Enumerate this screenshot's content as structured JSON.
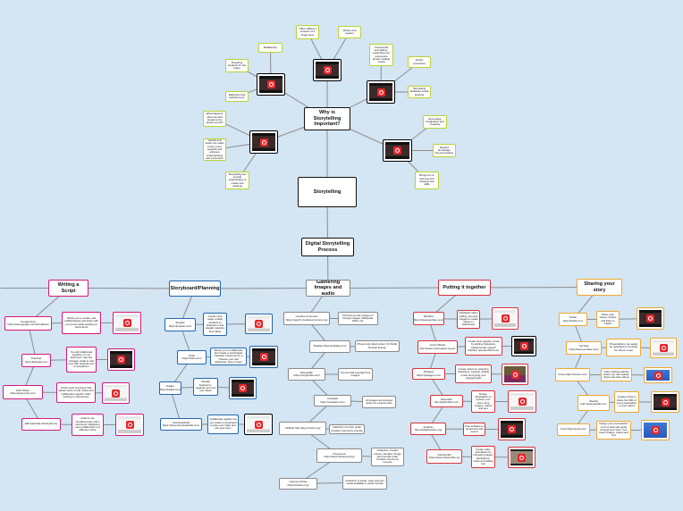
{
  "colors": {
    "background": "#d4e5f3",
    "top_notes": "#b9d332",
    "writing": "#d6197a",
    "storyboard": "#2266b0",
    "gathering": "#8a8a8a",
    "putting": "#d8333c",
    "sharing": "#f0a830",
    "play_button": "#e8262b"
  },
  "icons": {
    "video": "play-icon"
  },
  "nodes": {
    "why": "Why is Storytelling Important?",
    "story": "Storytelling",
    "dsp": "Digital Storytelling Process",
    "g_offers": "Offers different versions of a single story",
    "g_written": "Written and spoken",
    "g_multi": "Multiliteracy",
    "g_prep": "Preparing students for the future",
    "g_reflect": "Reflection and self-discovery",
    "g_trans": "Transmedia storytelling - expanding one experience across multiple media",
    "g_art": "Artistic expression",
    "g_social": "Storytelling facilitates social learning",
    "g_what": "What happens when we add visuals to the stories we tell?",
    "g_visual": "Visuals and audio can make a story more powerful and enhance understanding and connection",
    "g_meaning": "Storytelling can provide opportunities to create new meaning",
    "g_imag": "Encourage imagination and creativity",
    "g_expand": "Expand knowledge beyond reading",
    "g_fun": "Brings fun to learning and develop new skills",
    "write": "Writing a Script",
    "sb": "Storyboard/Planning",
    "gath": "Gathering Images and audio",
    "put": "Putting it together",
    "share": "Sharing your story",
    "gdocs": "Google Docs https://www.google.com/docs/about/",
    "gdocs_d": "Allows you to create, edit collaboratively and share with your peers while working on documents",
    "titan": "TitanPad https://titanpad.com",
    "titan_d": "You will collaborate together on one document. See live changes made in real time with students and a comparison",
    "zoho": "Zoho Writer https://www.zoho.com",
    "zoho_d": "Online word processor that allows users to edit, share and collaborate together while working on documents",
    "ether": "Etherpad http://etherpad.org",
    "ether_d": "Authors can simultaneously edit a document, displaying each collaborator in a different colour",
    "popplet": "Popplet https://popplet.com/",
    "popplet_d": "Create mind maps, enable students to brainstorm and visually organize their ideas",
    "trello": "Trello https://trello.com/",
    "trello_d": "Allows you to collaborate and create a card-based checklist. Great tool for a \"Choose your own adventure\" type of story",
    "padlet": "Padlet https://padlet.com/",
    "padlet_d": "Visually brainstorm, organize and sort your ideas",
    "sbt": "Storyboardthat https://www.storyboardthat.com/",
    "sbt_d": "Collaborate together as you create a storyboard to plan your video and plot your story",
    "cc": "Creative Commons https://search.creativecommons.org/",
    "cc_d": "Find free-to-use images on Google Images, Wikipedia, Flickr, etc.",
    "pix": "Pixabay https://pixabay.com/",
    "pix_d": "Photos and clipart under CC Public Domain license",
    "morgue": "Morguefile https://morguefile.com/",
    "morgue_d": "Commercial copyright free images",
    "unsplash": "Unsplash https://unsplash.com/",
    "unsplash_d": "All images are licensed under CC License Zero",
    "ccm": "ccMixter http://dig.ccmixter.org/",
    "ccm_d": "Collection of music under Creative Commons License",
    "free": "Freesound https://www.freesound.org/",
    "free_d": "Collection of audio pieces, samples, things and sounds under Creative Commons License",
    "ia": "Internet Archive https://archive.org/",
    "ia_d": "Collection of audio, video and text media available in public domain",
    "wev": "WeVideo https://www.wevideo.com/",
    "wev_d": "Facilitates video editing, text and images to create videos in slideshows",
    "comic": "Comic Master http://www.comicmaster.org.uk/",
    "comic_d": "Create short graphic novels by adding characters, backgrounds, speech bubbles, special effects etc.",
    "plot": "Plotagon https://plotagon.com/",
    "plot_d": "Create videos by selecting characters, settings, adding music and typing your original script",
    "pikto": "Piktochart http://piktochart.com/",
    "pikto_d": "Design infographics to present your story using images, videos and text",
    "aud": "Audacity http://audacityteam.org/",
    "aud_d": "Free software to record and edit sound",
    "vs": "VideoScribe https://www.videoscribe.co/",
    "vs_d": "Create video animations by choosing images, illustrations, music and adding text",
    "tw": "Twitter https://twitter.com",
    "tw_d": "Share your videos, photos and links on Twitter",
    "yt": "YouTube https://www.youtube.com/",
    "yt_d": "Presentations can easily be uploaded to YouTube for others to see",
    "vim": "Vimeo https://vimeo.com/",
    "vim_d": "Video sharing website where you can upload, share and view videos",
    "wee": "Weebly http://www.weebly.com",
    "wee_d": "Create a blog to share the URL of your presentation or post videos",
    "prezi": "Prezi https://prezi.com",
    "prezi_d": "Design your presentation to fit on web and guide through your story. Can insert images, videos and text"
  }
}
